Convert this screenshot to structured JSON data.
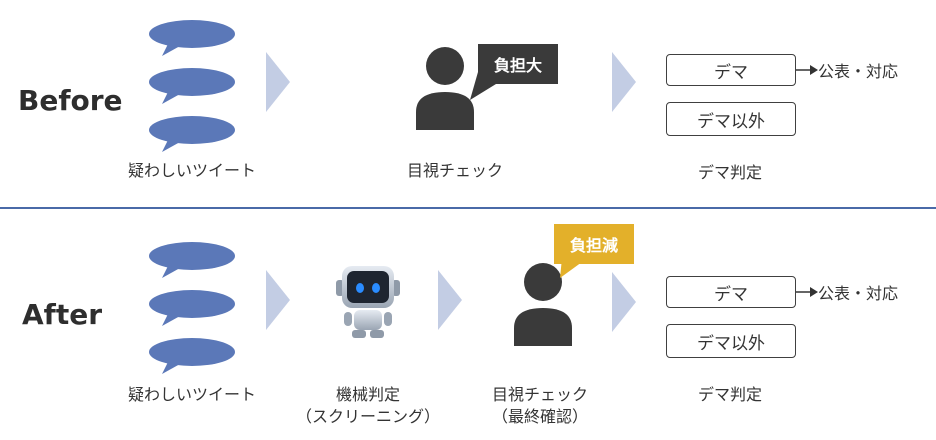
{
  "before": {
    "label": "Before",
    "tweets_caption": "疑わしいツイート",
    "visual_check_caption": "目視チェック",
    "burden_bubble": "負担大",
    "hoax_box": "デマ",
    "not_hoax_box": "デマ以外",
    "action_label": "公表・対応",
    "judgement_caption": "デマ判定"
  },
  "after": {
    "label": "After",
    "tweets_caption": "疑わしいツイート",
    "machine_caption_line1": "機械判定",
    "machine_caption_line2": "（スクリーニング）",
    "visual_check_caption_line1": "目視チェック",
    "visual_check_caption_line2": "（最終確認）",
    "burden_bubble": "負担減",
    "hoax_box": "デマ",
    "not_hoax_box": "デマ以外",
    "action_label": "公表・対応",
    "judgement_caption": "デマ判定"
  },
  "colors": {
    "tweet_blue": "#5b78b8",
    "chevron": "#c3cde4",
    "person": "#3a3a3a",
    "divider": "#4a6aa8",
    "burden_high": "#3a3a3a",
    "burden_low": "#e3b02a"
  },
  "icons": {
    "tweet": "speech-bubble-icon",
    "person": "person-icon",
    "robot": "robot-icon",
    "chevron": "chevron-right-icon"
  }
}
